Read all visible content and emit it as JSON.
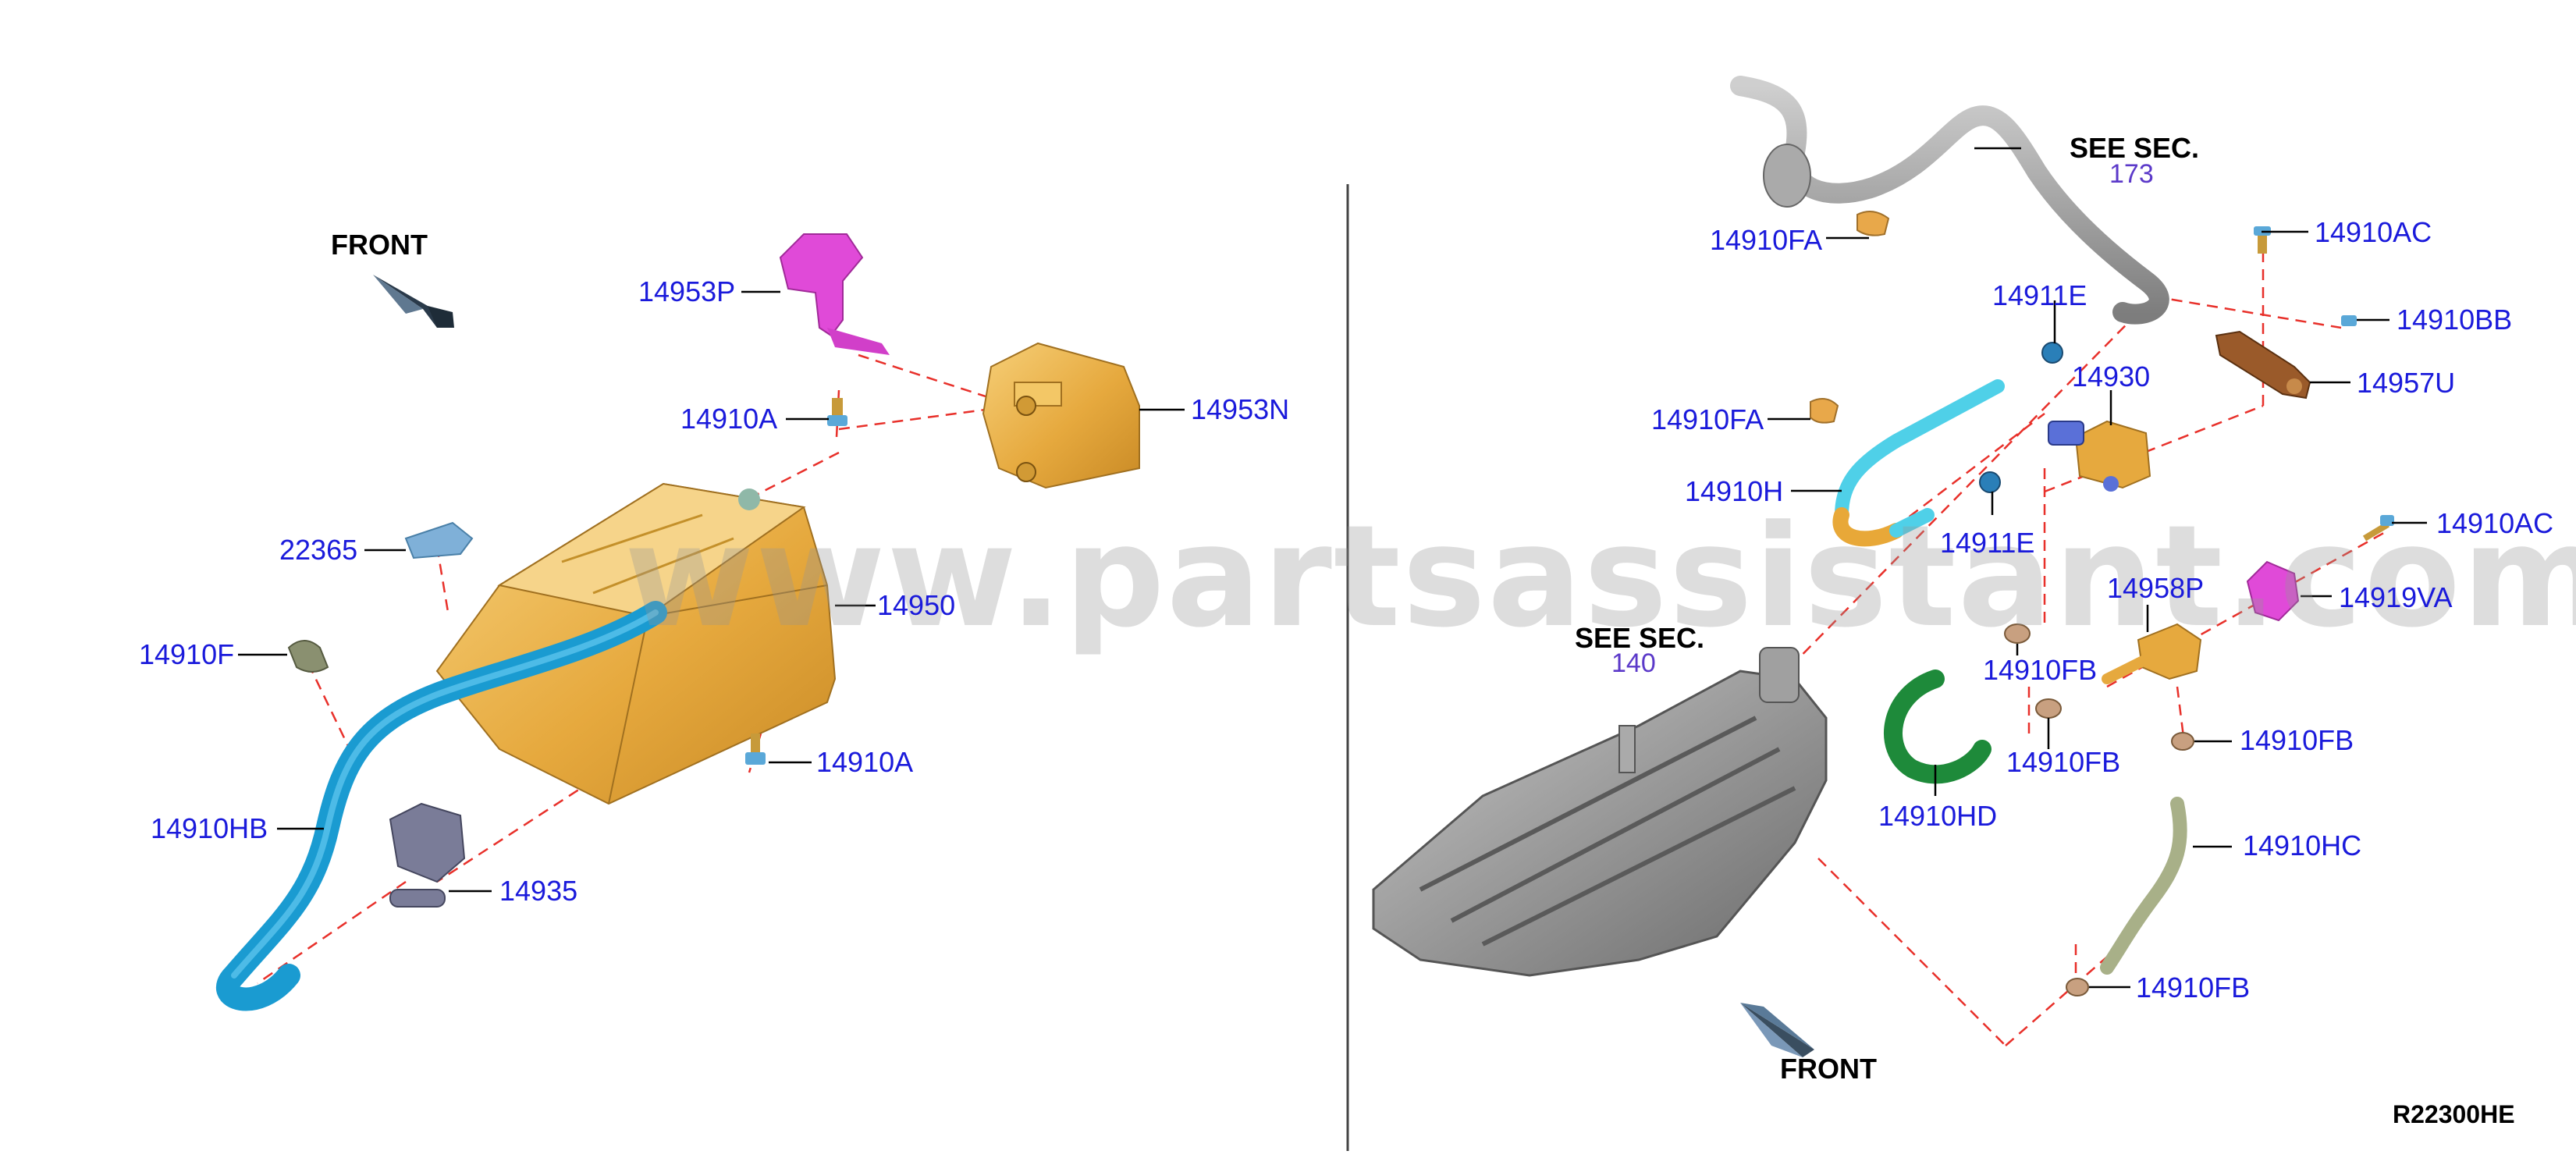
{
  "watermark": "www.partsassistant.com",
  "diagram_code": "R22300HE",
  "left_panel": {
    "front": "FRONT",
    "labels": {
      "p14953P": "14953P",
      "p14953N": "14953N",
      "p14910A_top": "14910A",
      "p22365": "22365",
      "p14950": "14950",
      "p14910F": "14910F",
      "p14910A_bottom": "14910A",
      "p14910HB": "14910HB",
      "p14935": "14935"
    }
  },
  "right_panel": {
    "front": "FRONT",
    "see_sec_top": {
      "text": "SEE SEC.",
      "number": "173"
    },
    "see_sec_mid": {
      "text": "SEE SEC.",
      "number": "140"
    },
    "labels": {
      "p14910FA_top": "14910FA",
      "p14910AC_top": "14910AC",
      "p14911E_top": "14911E",
      "p14910BB": "14910BB",
      "p14930": "14930",
      "p14957U": "14957U",
      "p14910FA_mid": "14910FA",
      "p14910H": "14910H",
      "p14911E_bottom": "14911E",
      "p14910AC_bottom": "14910AC",
      "p14958P": "14958P",
      "p14919VA": "14919VA",
      "p14910FB_1": "14910FB",
      "p14910FB_2": "14910FB",
      "p14910FB_3": "14910FB",
      "p14910HD": "14910HD",
      "p14910HC": "14910HC",
      "p14910FB_4": "14910FB"
    }
  },
  "colors": {
    "label": "#1a1adb",
    "leader": "#000000",
    "dashed": "#e8302a",
    "canister": "#e9b24a",
    "hose_blue": "#1a9bd1",
    "hose_cyan": "#4fd0e8",
    "bracket_magenta": "#e04ad8",
    "manifold": "#9a9a9a",
    "hose_green": "#1e8a3a",
    "bracket_brown": "#9a5a2a"
  }
}
